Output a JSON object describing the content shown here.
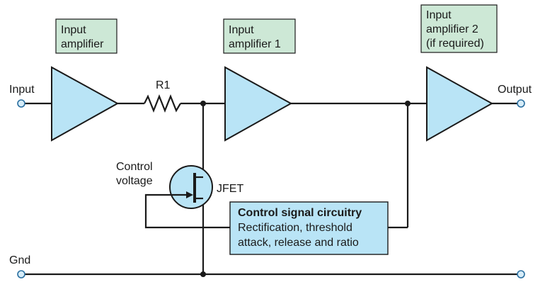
{
  "labels": {
    "input": "Input",
    "output": "Output",
    "gnd": "Gnd",
    "r1": "R1",
    "jfet": "JFET",
    "control_voltage": [
      "Control",
      "voltage"
    ]
  },
  "tags": {
    "input_amplifier": [
      "Input",
      "amplifier"
    ],
    "input_amplifier_1": [
      "Input",
      "amplifier 1"
    ],
    "input_amplifier_2": [
      "Input",
      "amplifier 2",
      "(if required)"
    ]
  },
  "control_box": {
    "title": "Control signal circuitry",
    "lines": [
      "Rectification, threshold",
      "attack, release and ratio"
    ]
  },
  "colors": {
    "amplifier_fill": "#b9e4f6",
    "tag_fill": "#cde8d6",
    "terminal_stroke": "#2a6fa0"
  }
}
